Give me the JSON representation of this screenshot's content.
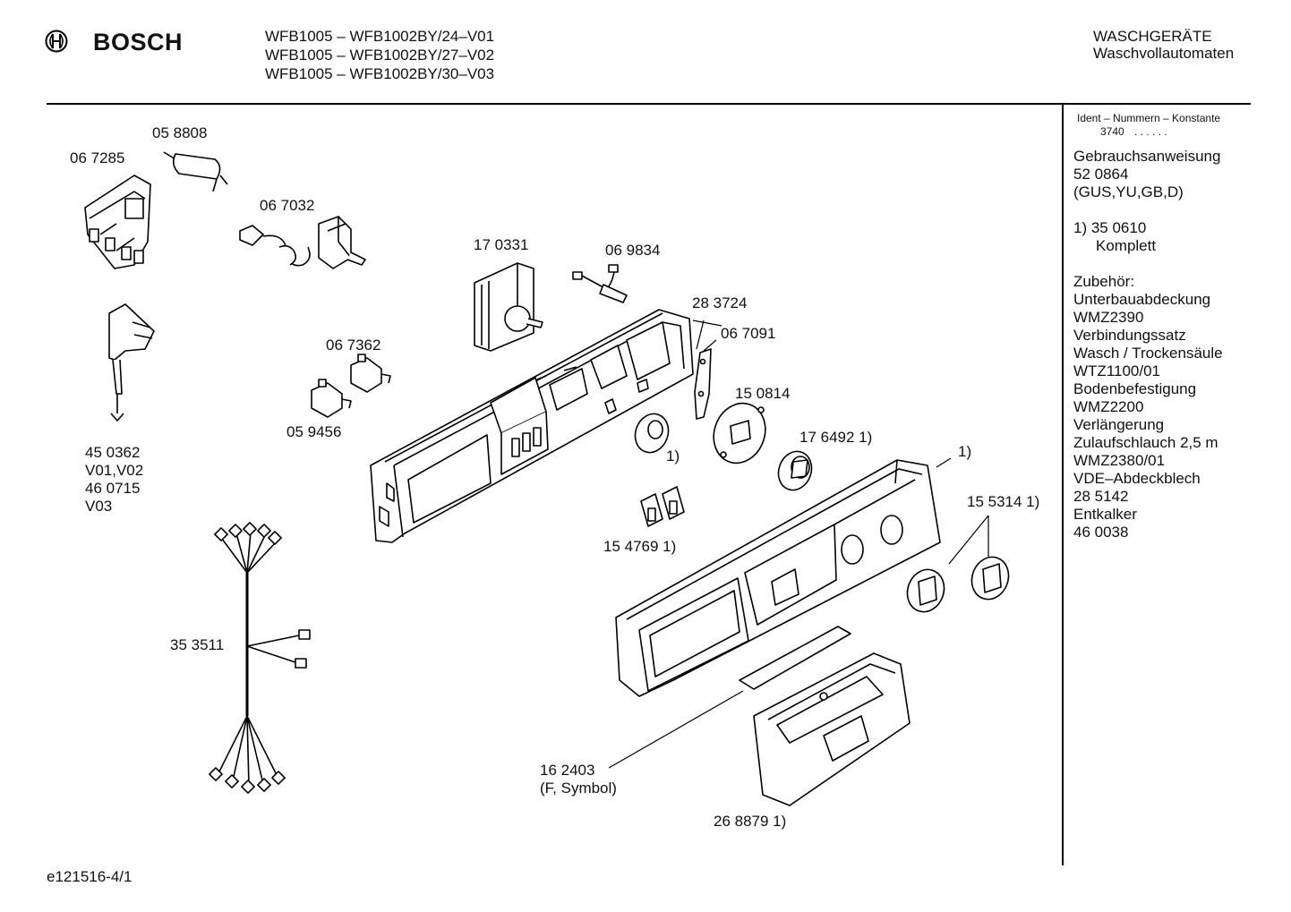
{
  "header": {
    "brand": "BOSCH",
    "models": [
      "WFB1005 – WFB1002BY/24–V01",
      "WFB1005 – WFB1002BY/27–V02",
      "WFB1005 – WFB1002BY/30–V03"
    ],
    "category_1": "WASCHGERÄTE",
    "category_2": "Waschvollautomaten"
  },
  "sidebar": {
    "ident_label": "Ident – Nummern – Konstante",
    "ident_value": "3740",
    "ident_dots": ". .   . . . .",
    "manual_label": "Gebrauchsanweisung",
    "manual_number": "52 0864",
    "manual_langs": "(GUS,YU,GB,D)",
    "note_1": "1)  35 0610",
    "note_1b": "Komplett",
    "accessories": [
      "Zubehör:",
      "Unterbauabdeckung",
      "WMZ2390",
      "Verbindungssatz",
      "Wasch / Trockensäule",
      "WTZ1100/01",
      "Bodenbefestigung",
      "WMZ2200",
      "Verlängerung",
      "Zulaufschlauch 2,5 m",
      "WMZ2380/01",
      "VDE–Abdeckblech",
      "28 5142",
      "Entkalker",
      "46 0038"
    ]
  },
  "parts": {
    "p058808": "05 8808",
    "p067285": "06 7285",
    "p067032": "06 7032",
    "p170331": "17 0331",
    "p069834": "06 9834",
    "p283724": "28 3724",
    "p067091": "06 7091",
    "p067362": "06 7362",
    "p059456": "05 9456",
    "p150814": "15 0814",
    "p176492": "17 6492 1)",
    "p450362": "45 0362",
    "p450362_v": "V01,V02",
    "p460715": "46 0715",
    "p460715_v": "V03",
    "note_a": "1)",
    "note_b": "1)",
    "p154769": "15 4769 1)",
    "p155314": "15 5314 1)",
    "p353511": "35 3511",
    "p162403": "16 2403",
    "p162403_sub": "(F, Symbol)",
    "p268879": "26 8879 1)"
  },
  "footer": {
    "code": "e121516-4/1"
  }
}
